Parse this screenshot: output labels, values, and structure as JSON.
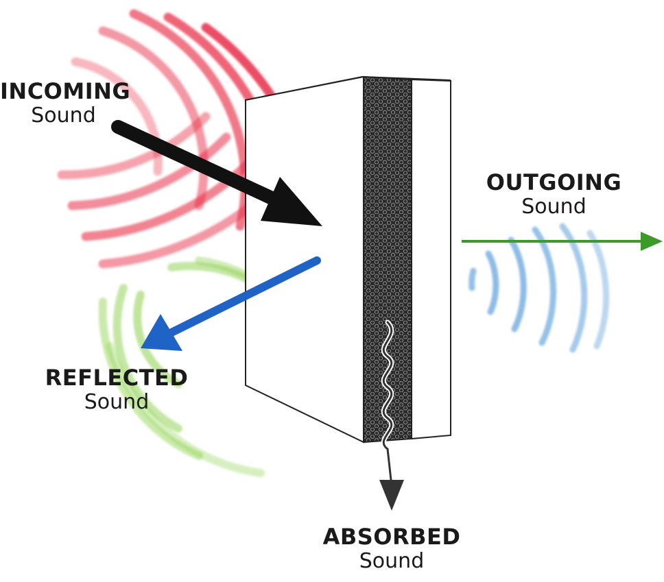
{
  "labels": {
    "incoming": {
      "title": "INCOMING",
      "sub": "Sound"
    },
    "outgoing": {
      "title": "OUTGOING",
      "sub": "Sound"
    },
    "reflected": {
      "title": "REFLECTED",
      "sub": "Sound"
    },
    "absorbed": {
      "title": "ABSORBED",
      "sub": "Sound"
    }
  },
  "colors": {
    "incoming_waves": "#e8304a",
    "reflected_waves": "#8cd04a",
    "outgoing_waves": "#6aa6dc",
    "incoming_arrow": "#111111",
    "reflected_arrow": "#1f63c7",
    "outgoing_arrow": "#3c9a2a",
    "absorbed_arrow": "#333333",
    "panel_face": "#ffffff",
    "panel_core": "#2a2a2a",
    "panel_outline": "#222222"
  }
}
